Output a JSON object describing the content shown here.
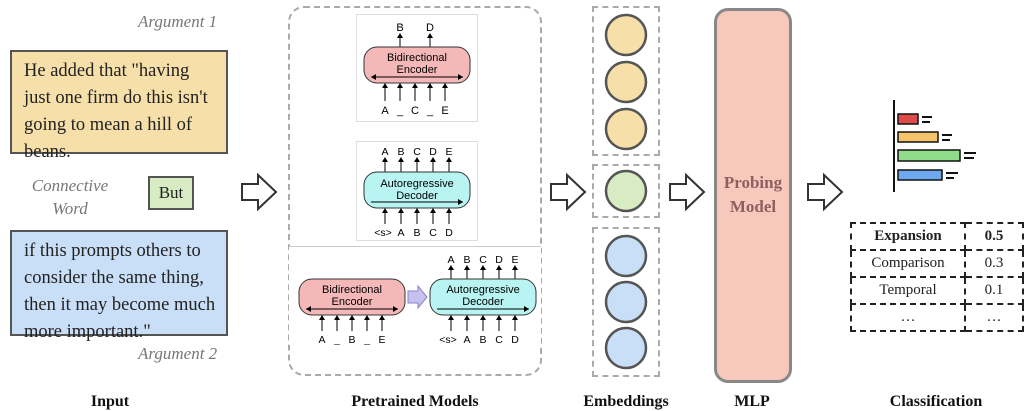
{
  "input": {
    "argument1_label": "Argument 1",
    "argument1_text": "He added that \"having just one firm do this isn't going to mean a hill of beans.",
    "connective_label_line1": "Connective",
    "connective_label_line2": "Word",
    "connective_word": "But",
    "argument2_text": "if this prompts others to consider the same thing, then it may become much more important.\"",
    "argument2_label": "Argument 2"
  },
  "models": {
    "bert": {
      "outputs": [
        "B",
        "D"
      ],
      "name_line1": "Bidirectional",
      "name_line2": "Encoder",
      "inputs": [
        "A",
        "_",
        "C",
        "_",
        "E"
      ]
    },
    "gpt": {
      "outputs": [
        "A",
        "B",
        "C",
        "D",
        "E"
      ],
      "name_line1": "Autoregressive",
      "name_line2": "Decoder",
      "inputs": [
        "<s>",
        "A",
        "B",
        "C",
        "D"
      ]
    },
    "bart": {
      "enc_name_line1": "Bidirectional",
      "enc_name_line2": "Encoder",
      "enc_inputs": [
        "A",
        "_",
        "B",
        "_",
        "E"
      ],
      "dec_outputs": [
        "A",
        "B",
        "C",
        "D",
        "E"
      ],
      "dec_name_line1": "Autoregressive",
      "dec_name_line2": "Decoder",
      "dec_inputs": [
        "<s>",
        "A",
        "B",
        "C",
        "D"
      ]
    }
  },
  "mlp": {
    "line1": "Probing",
    "line2": "Model"
  },
  "classification": {
    "rows": [
      {
        "label": "Expansion",
        "value": "0.5"
      },
      {
        "label": "Comparison",
        "value": "0.3"
      },
      {
        "label": "Temporal",
        "value": "0.1"
      },
      {
        "label": "…",
        "value": "…"
      }
    ]
  },
  "footer": {
    "input": "Input",
    "pretrained": "Pretrained Models",
    "embeddings": "Embeddings",
    "mlp": "MLP",
    "classification": "Classification"
  },
  "colors": {
    "argument1": "#f6dfa9",
    "argument2": "#c9def7",
    "connective": "#d7ecc2",
    "encoder": "#f4b8b8",
    "decoder": "#b7f4f2",
    "mlp": "#f7c9bd",
    "bar_red": "#dd4b4b",
    "bar_yellow": "#f4c36a",
    "bar_green": "#8fdc8a",
    "bar_blue": "#6ea8ef"
  }
}
